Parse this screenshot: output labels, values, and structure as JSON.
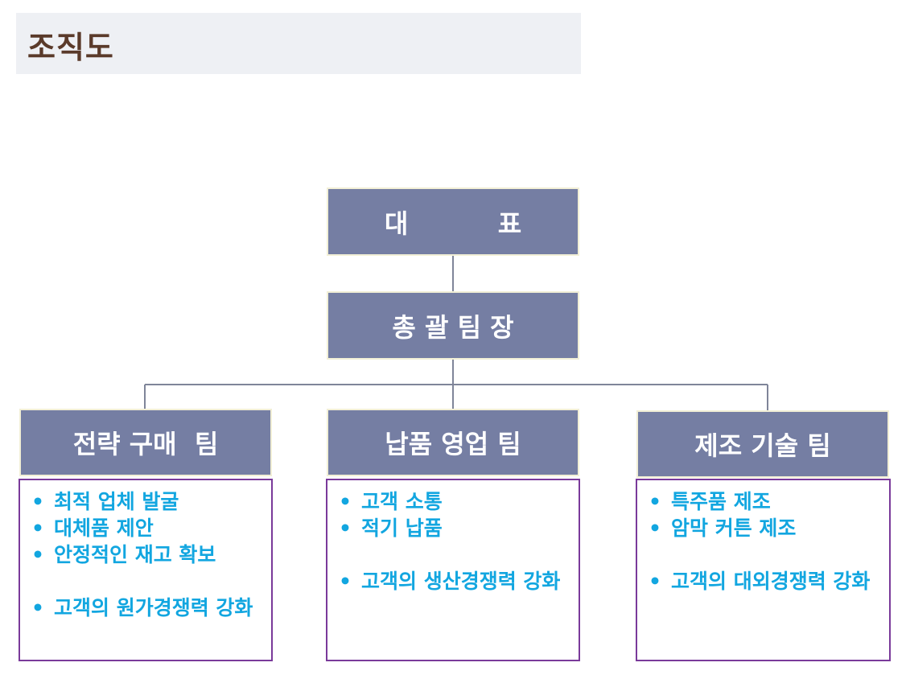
{
  "title": "조직도",
  "org": {
    "ceo": "대          표",
    "manager": "총 괄 팀 장",
    "teams": [
      {
        "name": "전략 구매  팀",
        "items": [
          {
            "text": "최적 업체 발굴",
            "gap": false
          },
          {
            "text": "대체품 제안",
            "gap": false
          },
          {
            "text": "안정적인 재고 확보",
            "gap": false
          },
          {
            "text": "고객의 원가경쟁력 강화",
            "gap": true
          }
        ]
      },
      {
        "name": "납품 영업 팀",
        "items": [
          {
            "text": "고객 소통",
            "gap": false
          },
          {
            "text": "적기 납품",
            "gap": false
          },
          {
            "text": "고객의 생산경쟁력 강화",
            "gap": true
          }
        ]
      },
      {
        "name": "제조 기술 팀",
        "items": [
          {
            "text": "특주품 제조",
            "gap": false
          },
          {
            "text": "암막 커튼 제조",
            "gap": false
          },
          {
            "text": "고객의 대외경쟁력 강화",
            "gap": true
          }
        ]
      }
    ]
  },
  "colors": {
    "box_fill": "#757ea3",
    "detail_border": "#7a3a9a",
    "detail_text": "#12a6e0",
    "title_text": "#5a3a2a",
    "connector": "#7f8599"
  }
}
